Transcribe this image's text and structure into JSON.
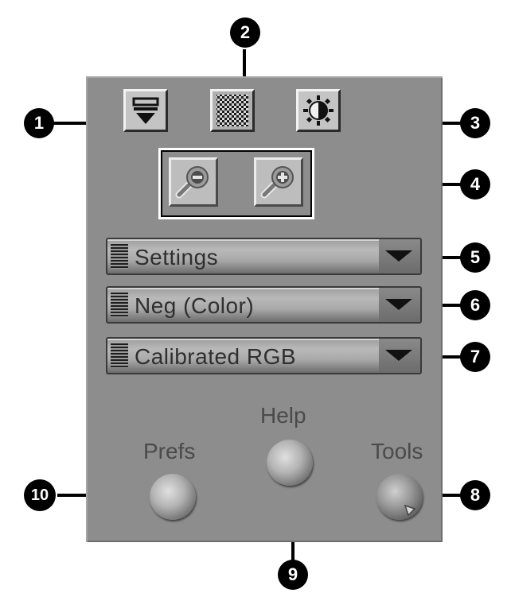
{
  "toolbar": {
    "buttons": [
      {
        "name": "preview-tray-button",
        "icon": "tray-eject-icon"
      },
      {
        "name": "grain-button",
        "icon": "checker-pattern-icon"
      },
      {
        "name": "contrast-button",
        "icon": "contrast-icon"
      }
    ]
  },
  "zoom": {
    "out_icon": "zoom-out-icon",
    "in_icon": "zoom-in-icon"
  },
  "dropdowns": [
    {
      "label": "Settings"
    },
    {
      "label": "Neg (Color)"
    },
    {
      "label": "Calibrated RGB"
    }
  ],
  "bottom_buttons": {
    "prefs": "Prefs",
    "help": "Help",
    "tools": "Tools"
  },
  "callouts": [
    "1",
    "2",
    "3",
    "4",
    "5",
    "6",
    "7",
    "8",
    "9",
    "10"
  ],
  "colors": {
    "panel": "#8d8d8d",
    "button_face": "#c4c4c4",
    "callout": "#000000"
  }
}
